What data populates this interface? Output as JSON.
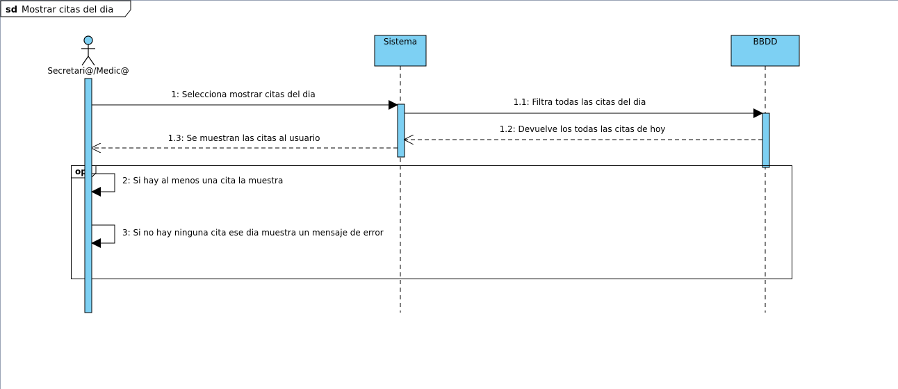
{
  "frame": {
    "keyword": "sd",
    "title": "Mostrar citas del dia"
  },
  "lifelines": {
    "actor": {
      "label": "Secretari@/Medic@"
    },
    "sistema": {
      "label": "Sistema"
    },
    "bbdd": {
      "label": "BBDD"
    }
  },
  "messages": [
    {
      "label": "1: Selecciona mostrar citas del dia",
      "kind": "synchronous"
    },
    {
      "label": "1.1: Filtra todas las citas del dia",
      "kind": "synchronous"
    },
    {
      "label": "1.2: Devuelve los todas las citas de hoy",
      "kind": "reply"
    },
    {
      "label": "1.3: Se muestran las citas al usuario",
      "kind": "reply"
    },
    {
      "label": "2: Si hay al menos una cita la muestra",
      "kind": "self"
    },
    {
      "label": "3: Si no hay ninguna cita ese dia muestra un mensaje de error",
      "kind": "self"
    }
  ],
  "fragment": {
    "operator": "opt"
  },
  "colors": {
    "lifeline_fill": "#7dd0f3",
    "stroke": "#000000",
    "frame_border": "#9aa3b5"
  }
}
